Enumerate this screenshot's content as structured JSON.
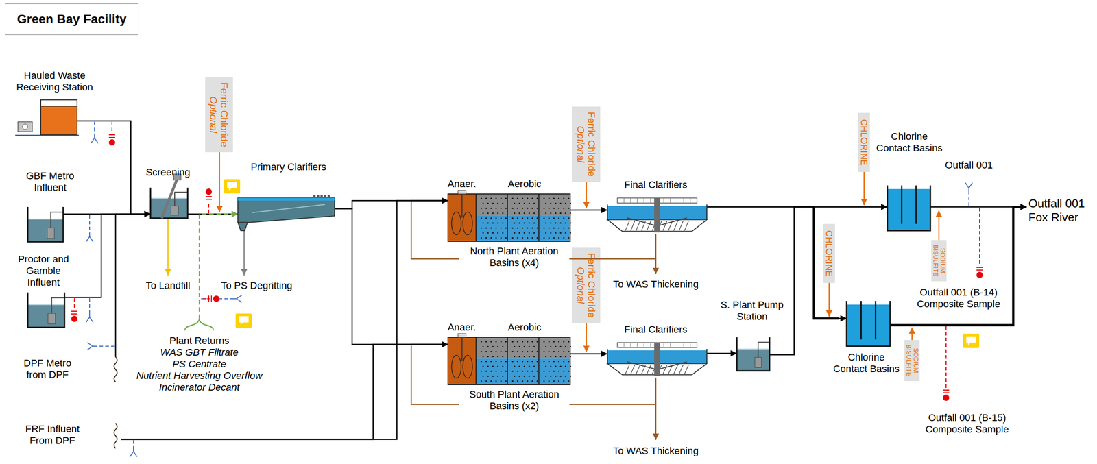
{
  "diagram": {
    "title": "Green Bay Facility",
    "nodes": [
      {
        "text": [
          "Hauled Waste Receiving Station"
        ]
      },
      {
        "text": [
          "GBF Metro Influent"
        ]
      },
      {
        "text": [
          "Proctor and Gamble Influent"
        ]
      },
      {
        "text": [
          "DPF Metro from DPF"
        ]
      },
      {
        "text": [
          "FRF Influent From DPF"
        ]
      },
      {
        "text": [
          "Screening"
        ]
      },
      {
        "text": [
          "Primary Clarifiers"
        ]
      },
      {
        "text": [
          "Plant Returns",
          "WAS GBT Filtrate",
          "PS Centrate",
          "Nutrient Harvesting Overflow",
          "Incinerator Decant"
        ]
      },
      {
        "text": [
          "Anaer.",
          "Aerobic",
          "North Plant Aeration Basins (x4)"
        ]
      },
      {
        "text": [
          "Final Clarifiers"
        ]
      },
      {
        "text": [
          "Anaer.",
          "Aerobic",
          "South Plant Aeration Basins (x2)"
        ]
      },
      {
        "text": [
          "Final Clarifiers"
        ]
      },
      {
        "text": [
          "S. Plant Pump Station"
        ]
      },
      {
        "text": [
          "Chlorine Contact Basins"
        ]
      },
      {
        "text": [
          "Chlorine Contact Basins"
        ]
      },
      {
        "text": [
          "Outfall 001 Fox River"
        ]
      }
    ],
    "edges": [
      {
        "from": 0,
        "to": 5,
        "arrow": "to"
      },
      {
        "from": 1,
        "to": 5,
        "arrow": "to"
      },
      {
        "from": 2,
        "to": 5,
        "arrow": "to"
      },
      {
        "from": 3,
        "to": 5,
        "arrow": "to"
      },
      {
        "from": 5,
        "to": 6,
        "arrow": "to"
      },
      {
        "from": 7,
        "to": 6,
        "arrow": "to"
      },
      {
        "from": 6,
        "to": 8,
        "arrow": "to"
      },
      {
        "from": 6,
        "to": 10,
        "arrow": "to"
      },
      {
        "from": 4,
        "to": 8,
        "arrow": "to"
      },
      {
        "from": 4,
        "to": 10,
        "arrow": "to"
      },
      {
        "from": 8,
        "to": 9,
        "arrow": "to"
      },
      {
        "from": 10,
        "to": 11,
        "arrow": "to"
      },
      {
        "from": 9,
        "to": 8,
        "arrow": "to"
      },
      {
        "from": 11,
        "to": 10,
        "arrow": "to"
      },
      {
        "from": 11,
        "to": 12,
        "arrow": "to"
      },
      {
        "from": 9,
        "to": 13,
        "arrow": "to"
      },
      {
        "from": 9,
        "to": 14,
        "arrow": "to"
      },
      {
        "from": 12,
        "to": 13,
        "arrow": "to"
      },
      {
        "from": 12,
        "to": 14,
        "arrow": "to"
      },
      {
        "from": 13,
        "to": 15,
        "arrow": "to"
      },
      {
        "from": 14,
        "to": 15,
        "arrow": "to"
      }
    ],
    "labels": [
      "To Landfill",
      "To PS Degritting",
      "Ferric Chloride",
      "Optional",
      "Ferric Chloride",
      "Optional",
      "Ferric Chloride",
      "Optional",
      "To WAS Thickening",
      "To WAS Thickening",
      "CHLORINE",
      "CHLORINE",
      "Outfall 001",
      "SODIUM BISULFITE",
      "SODIUM BISULFITE",
      "Outfall 001 (B-14) Composite Sample",
      "Outfall 001 (B-15) Composite Sample"
    ]
  }
}
